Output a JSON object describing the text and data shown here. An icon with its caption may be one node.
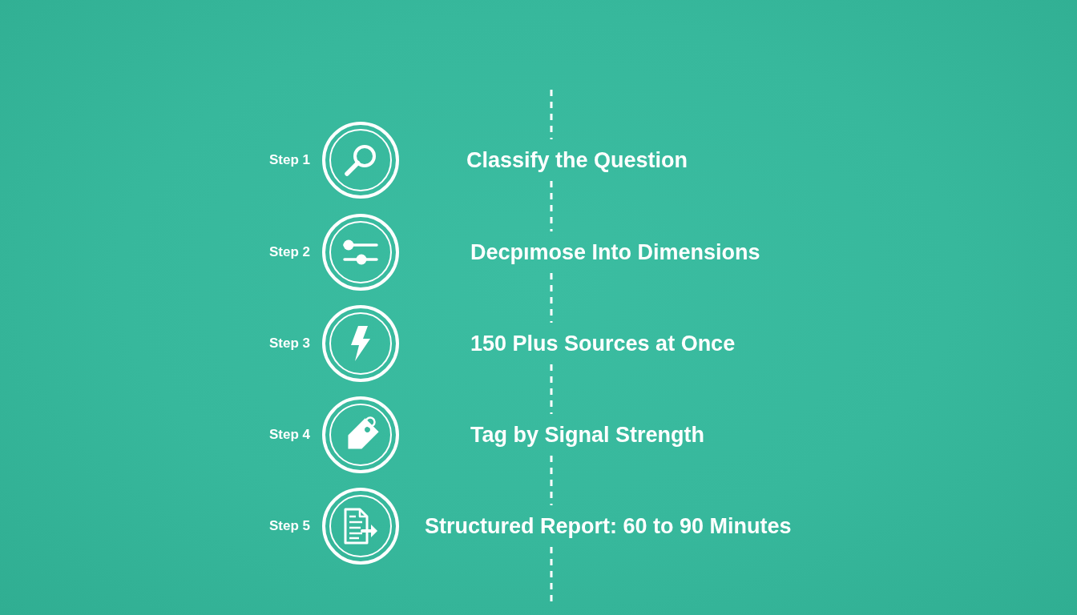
{
  "diagram": {
    "nodes": [
      {
        "text": [],
        "shape": "circle",
        "beside": [
          "Step 1",
          "Classify the Question"
        ]
      },
      {
        "text": [],
        "shape": "circle",
        "beside": [
          "Step 2",
          "Decpımose Into Dimensions"
        ]
      },
      {
        "text": [],
        "shape": "circle",
        "beside": [
          "Step 3",
          "150 Plus Sources at Once"
        ]
      },
      {
        "text": [],
        "shape": "circle",
        "beside": [
          "Step 4",
          "Tag by Signal Strength"
        ]
      },
      {
        "text": [],
        "shape": "circle",
        "beside": [
          "Step 5",
          "Structured Report: 60 to 90 Minutes"
        ]
      }
    ]
  }
}
